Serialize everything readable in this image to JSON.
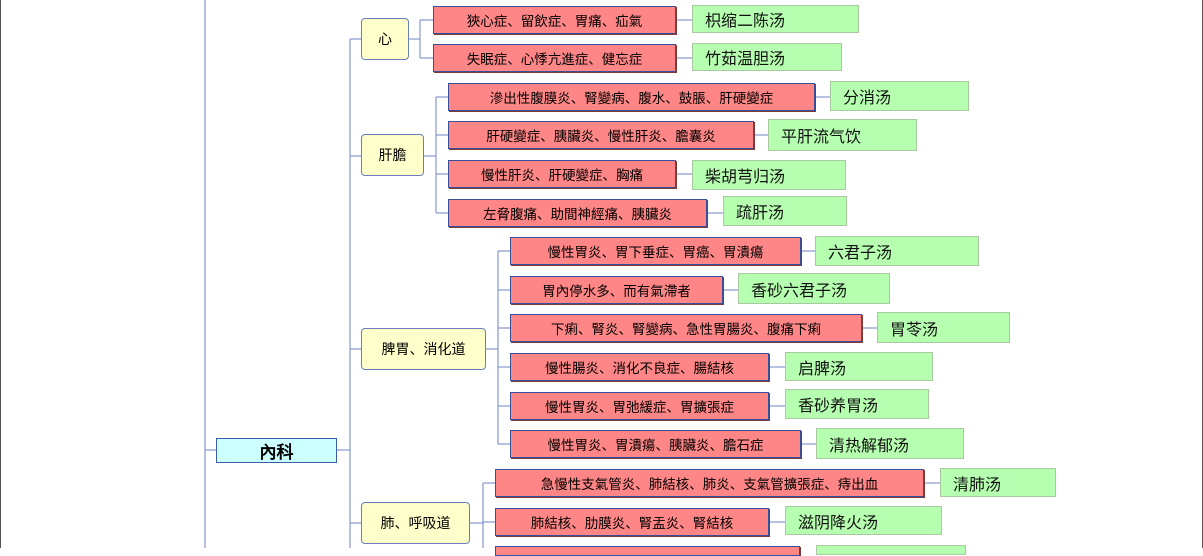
{
  "root": {
    "label": "內科"
  },
  "categories": [
    {
      "label": "心"
    },
    {
      "label": "肝膽"
    },
    {
      "label": "脾胃、消化道"
    },
    {
      "label": "肺、呼吸道"
    }
  ],
  "diseases": [
    {
      "label": "狹心症、留飲症、胃痛、疝氣"
    },
    {
      "label": "失眠症、心悸亢進症、健忘症"
    },
    {
      "label": "滲出性腹膜炎、腎變病、腹水、鼓脹、肝硬變症"
    },
    {
      "label": "肝硬變症、胰臟炎、慢性肝炎、膽囊炎"
    },
    {
      "label": "慢性肝炎、肝硬變症、胸痛"
    },
    {
      "label": "左脅腹痛、助間神經痛、胰臟炎"
    },
    {
      "label": "慢性胃炎、胃下垂症、胃癌、胃潰瘍"
    },
    {
      "label": "胃內停水多、而有氣滯者"
    },
    {
      "label": "下痢、腎炎、腎變病、急性胃腸炎、腹痛下痢"
    },
    {
      "label": "慢性腸炎、消化不良症、腸結核"
    },
    {
      "label": "慢性胃炎、胃弛緩症、胃擴張症"
    },
    {
      "label": "慢性胃炎、胃潰瘍、胰臟炎、膽石症"
    },
    {
      "label": "急慢性支氣管炎、肺結核、肺炎、支氣管擴張症、痔出血"
    },
    {
      "label": "肺結核、肋膜炎、腎盂炎、腎結核"
    }
  ],
  "formulas": [
    {
      "label": "枳缩二陈汤"
    },
    {
      "label": "竹茹温胆汤"
    },
    {
      "label": "分消汤"
    },
    {
      "label": "平肝流气饮"
    },
    {
      "label": "柴胡芎归汤"
    },
    {
      "label": "疏肝汤"
    },
    {
      "label": "六君子汤"
    },
    {
      "label": "香砂六君子汤"
    },
    {
      "label": "胃苓汤"
    },
    {
      "label": "启脾汤"
    },
    {
      "label": "香砂养胃汤"
    },
    {
      "label": "清热解郁汤"
    },
    {
      "label": "清肺汤"
    },
    {
      "label": "滋阴降火汤"
    }
  ]
}
